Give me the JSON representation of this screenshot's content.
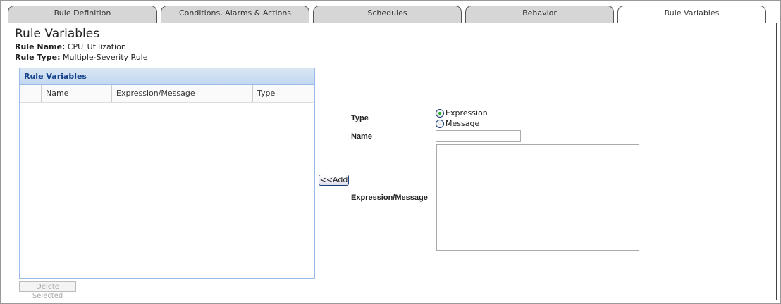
{
  "tabs": [
    "Rule Definition",
    "Conditions, Alarms & Actions",
    "Schedules",
    "Behavior",
    "Rule Variables"
  ],
  "page_title": "Rule Variables",
  "rule_name_label": "Rule Name:",
  "rule_name": "CPU_Utilization",
  "rule_type_label": "Rule Type:",
  "rule_type": "Multiple-Severity Rule",
  "grid": {
    "title": "Rule Variables",
    "columns": [
      "Name",
      "Expression/Message",
      "Type"
    ],
    "rows": []
  },
  "delete_label": "Delete Selected",
  "add_label": "<<Add",
  "form": {
    "type_label": "Type",
    "options": [
      "Expression",
      "Message"
    ],
    "selected": "Expression",
    "name_label": "Name",
    "name_value": "",
    "expr_label": "Expression/Message",
    "expr_value": ""
  },
  "colors": {
    "accent": "#15428b",
    "grid_border": "#99bbe8",
    "radio_selected": "#22aa22"
  }
}
